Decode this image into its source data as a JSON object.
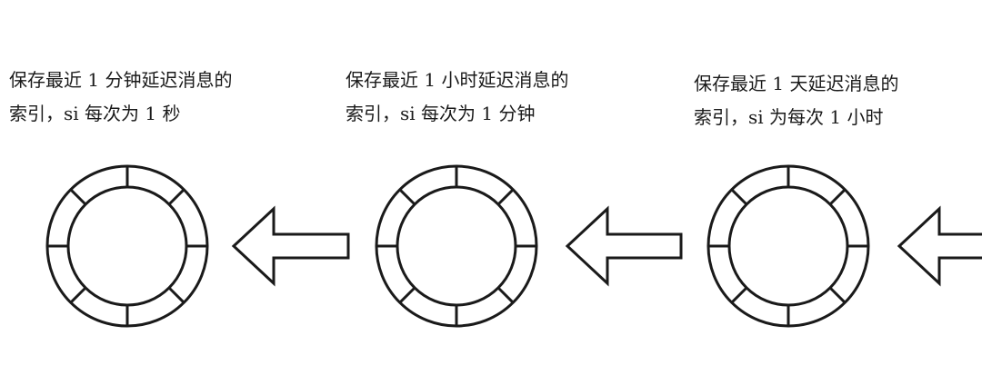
{
  "stages": [
    {
      "line1": "保存最近 1 分钟延迟消息的",
      "line2": "索引，si 每次为 1 秒"
    },
    {
      "line1": "保存最近 1 小时延迟消息的",
      "line2": "索引，si 每次为 1 分钟"
    },
    {
      "line1": "保存最近 1 天延迟消息的",
      "line2": "索引，si 为每次 1 小时"
    }
  ],
  "colors": {
    "stroke": "#1a1a1a",
    "fill": "#ffffff"
  }
}
